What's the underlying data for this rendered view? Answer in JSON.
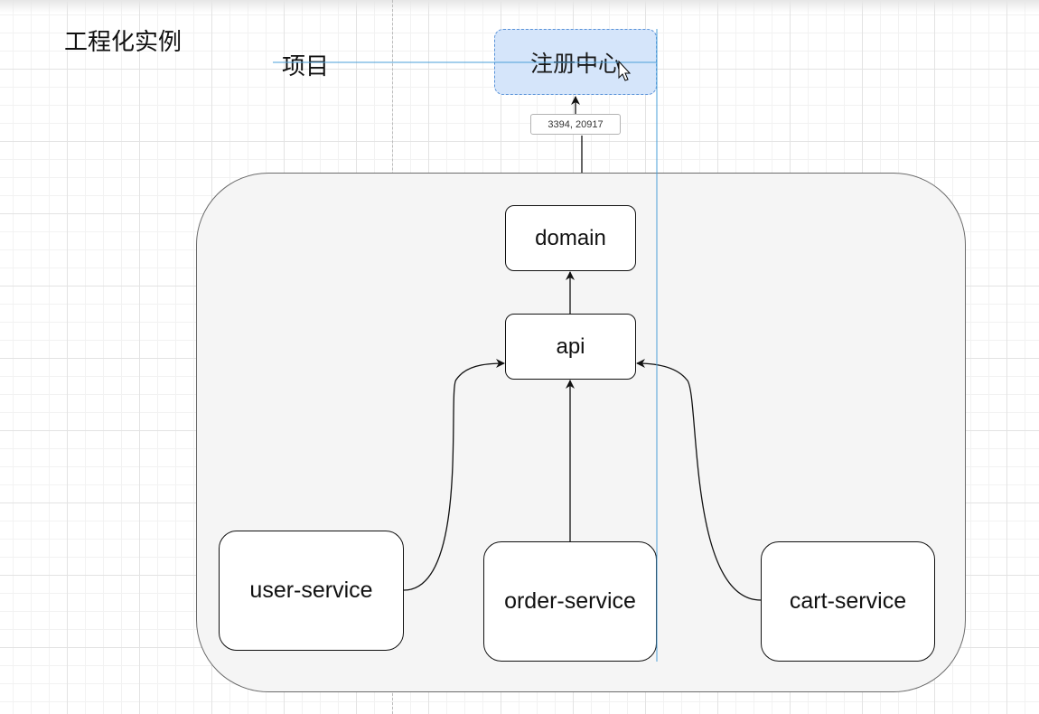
{
  "labels": {
    "title": "工程化实例",
    "project": "项目"
  },
  "registry": {
    "label": "注册中心"
  },
  "tooltip": {
    "coords": "3394, 20917"
  },
  "nodes": {
    "domain": "domain",
    "api": "api",
    "user_service": "user-service",
    "order_service": "order-service",
    "cart_service": "cart-service"
  },
  "colors": {
    "guide_line": "#4a9fd8",
    "selection_fill": "#d5e5fa",
    "group_fill": "#f5f5f5"
  }
}
